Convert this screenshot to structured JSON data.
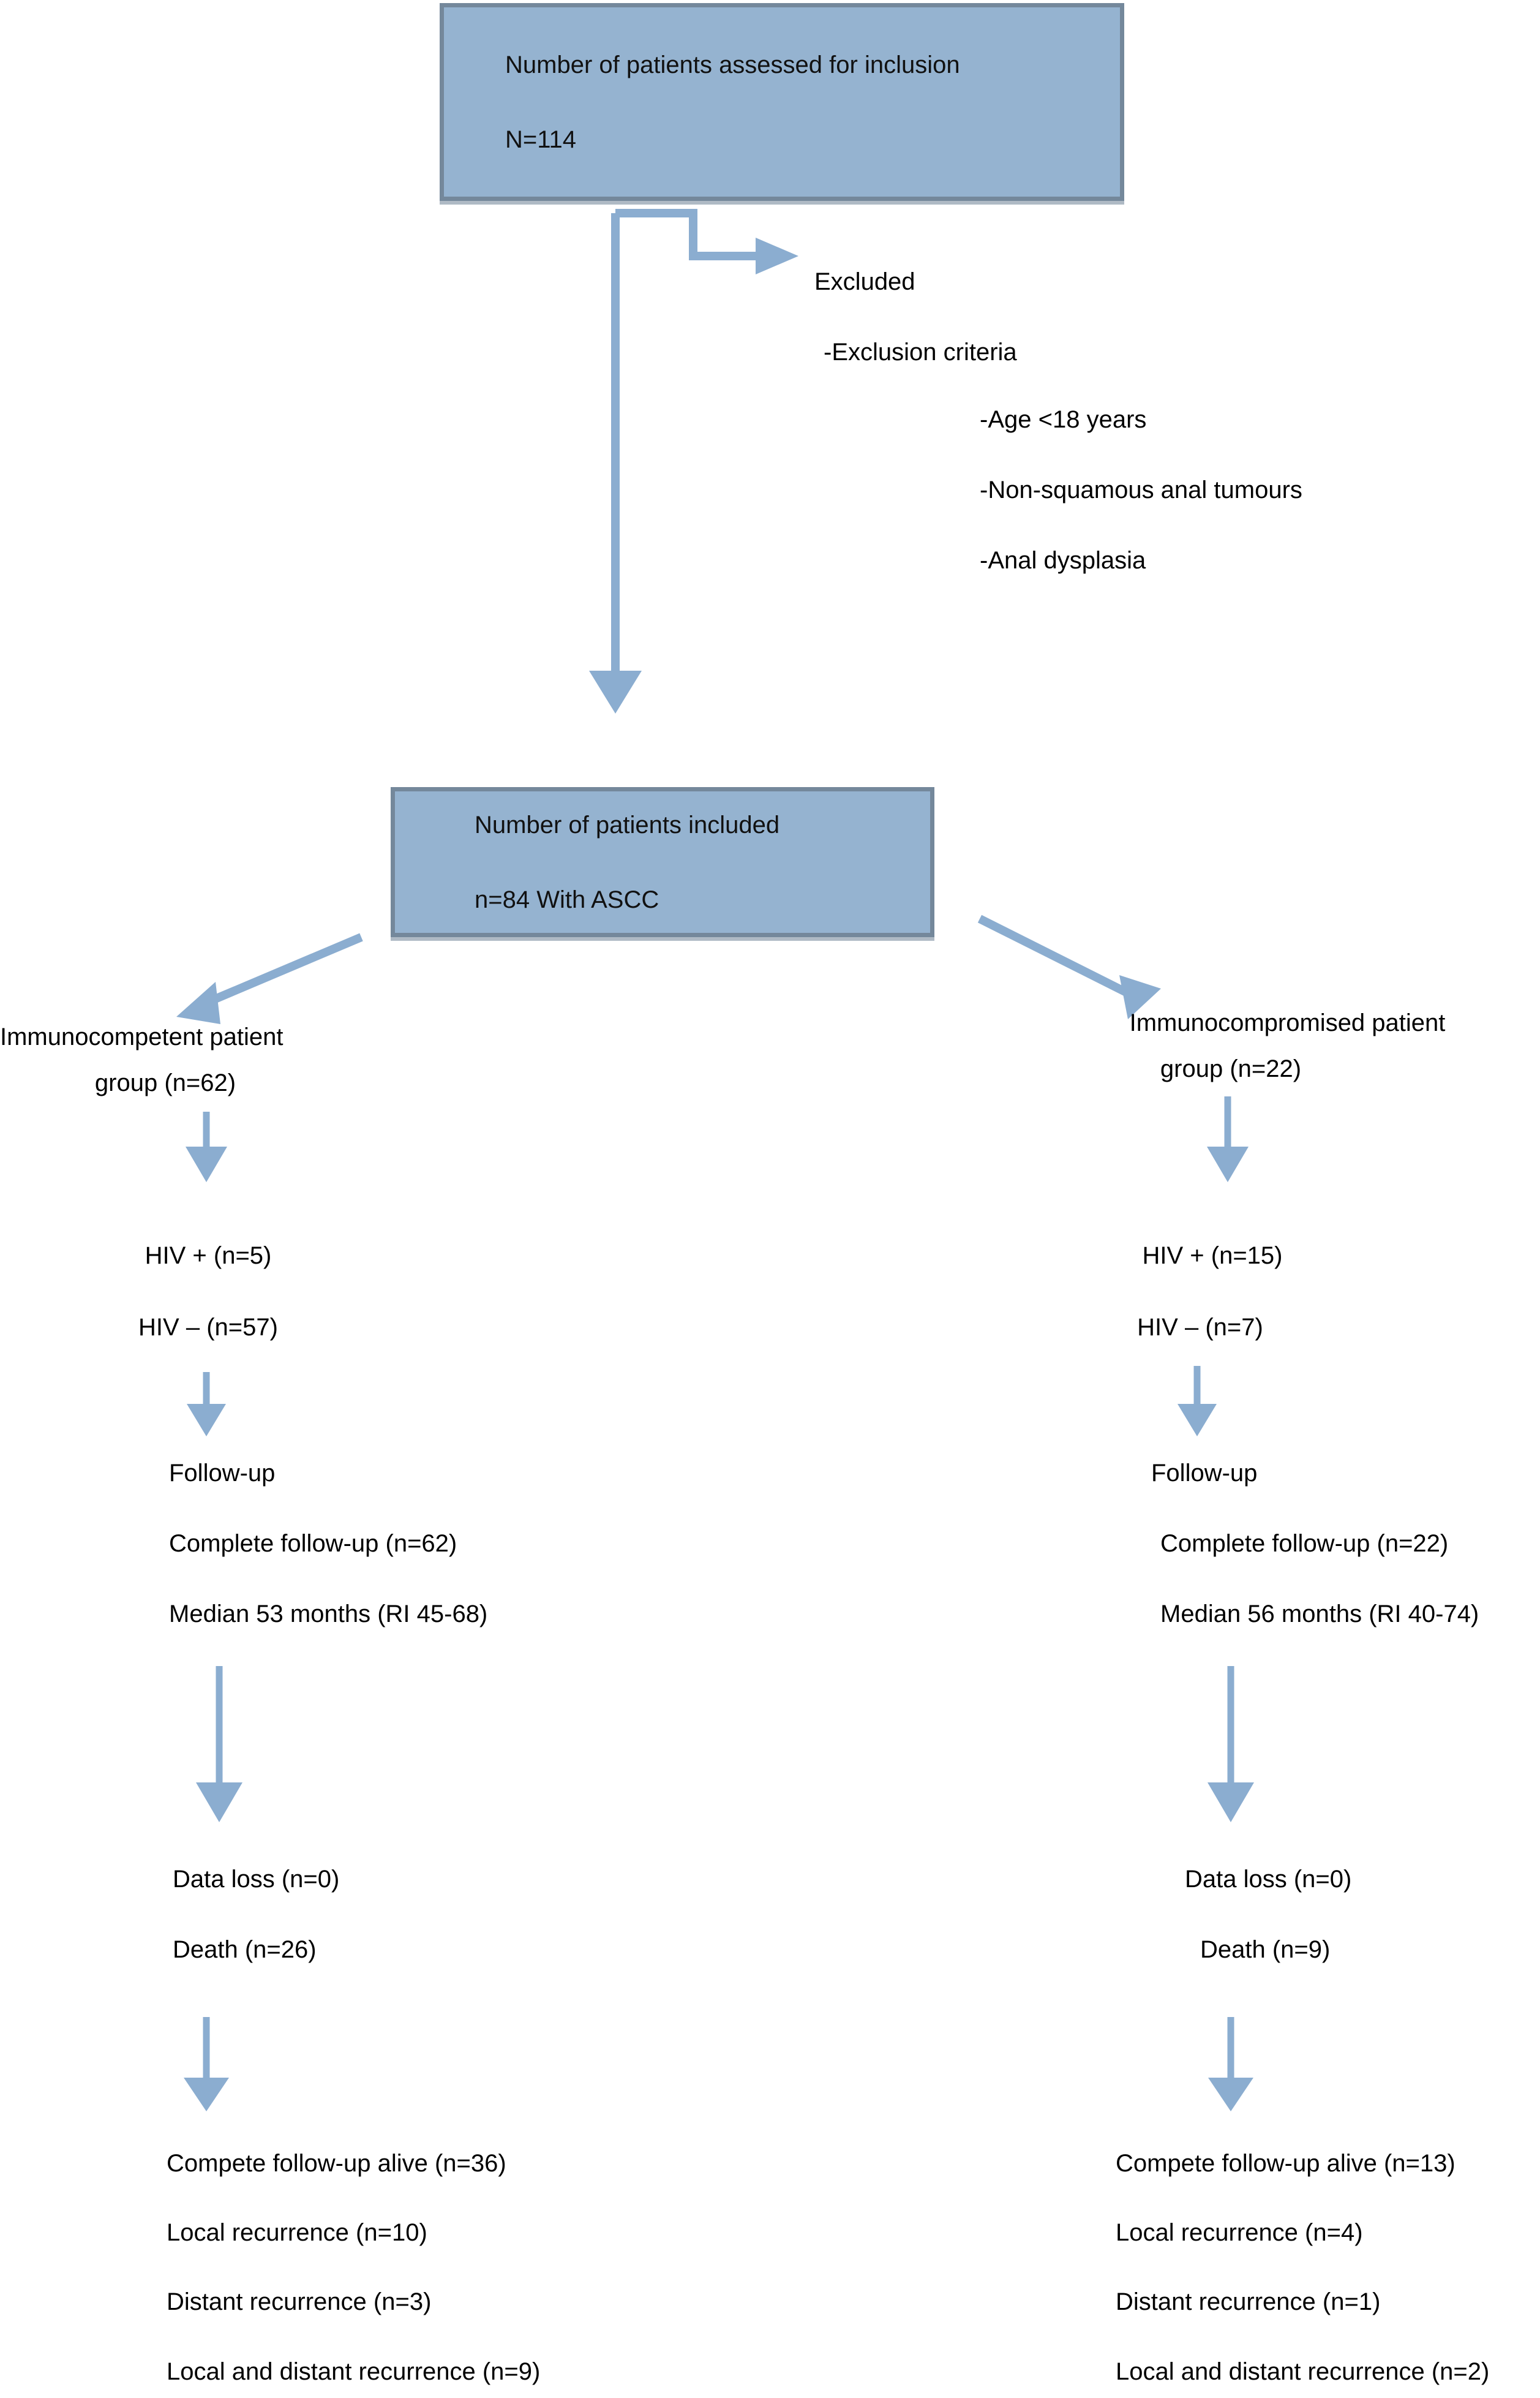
{
  "figure": {
    "type": "patient-flow-diagram",
    "colors": {
      "box_fill": "#95b3d0",
      "box_border": "#74889b",
      "arrow": "#8badd0",
      "text": "#000000",
      "background": "#ffffff"
    }
  },
  "assessed_box": {
    "title": "Number of patients assessed for inclusion",
    "count": "N=114"
  },
  "excluded": {
    "heading": "Excluded",
    "criteria_heading": "-Exclusion criteria",
    "criteria": [
      "-Age <18 years",
      "-Non-squamous anal tumours",
      "-Anal dysplasia"
    ]
  },
  "included_box": {
    "title": "Number of patients included",
    "count": "n=84 With ASCC"
  },
  "left_branch": {
    "group_line1": "Immunocompetent patient",
    "group_line2": "group (n=62)",
    "hiv_positive": "HIV  + (n=5)",
    "hiv_negative": "HIV – (n=57)",
    "followup_heading": "Follow-up",
    "complete_followup": "Complete follow-up (n=62)",
    "median": "Median 53 months (RI 45-68)",
    "data_loss": "Data loss (n=0)",
    "death": "Death (n=26)",
    "outcomes": [
      "Compete follow-up alive (n=36)",
      "Local recurrence (n=10)",
      "Distant recurrence (n=3)",
      "Local and distant recurrence (n=9)"
    ]
  },
  "right_branch": {
    "group_line1": "Immunocompromised patient",
    "group_line2": "group (n=22)",
    "hiv_positive": "HIV + (n=15)",
    "hiv_negative": "HIV  – (n=7)",
    "followup_heading": "Follow-up",
    "complete_followup": "Complete follow-up (n=22)",
    "median": "Median 56 months (RI 40-74)",
    "data_loss": "Data loss (n=0)",
    "death": "Death (n=9)",
    "outcomes": [
      "Compete follow-up alive (n=13)",
      "Local recurrence (n=4)",
      "Distant recurrence (n=1)",
      "Local and distant recurrence (n=2)"
    ]
  }
}
